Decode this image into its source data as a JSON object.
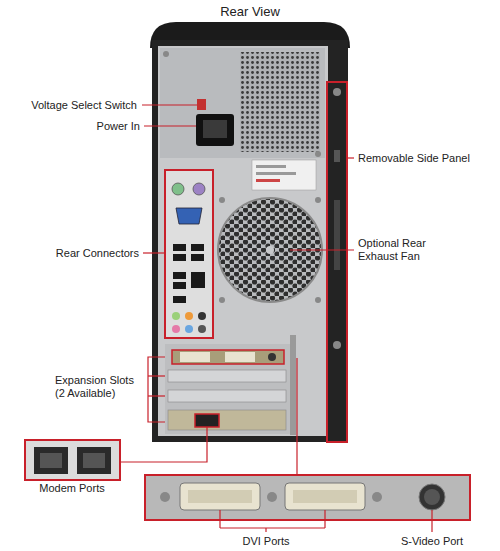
{
  "diagram": {
    "title": "Rear View",
    "labels": [
      "Voltage Select Switch",
      "Power In",
      "Rear Connectors",
      "Expansion Slots (2 Available)",
      "Modem Ports",
      "DVI Ports",
      "S-Video Port",
      "Removable Side Panel",
      "Optional Rear Exhaust Fan"
    ]
  }
}
